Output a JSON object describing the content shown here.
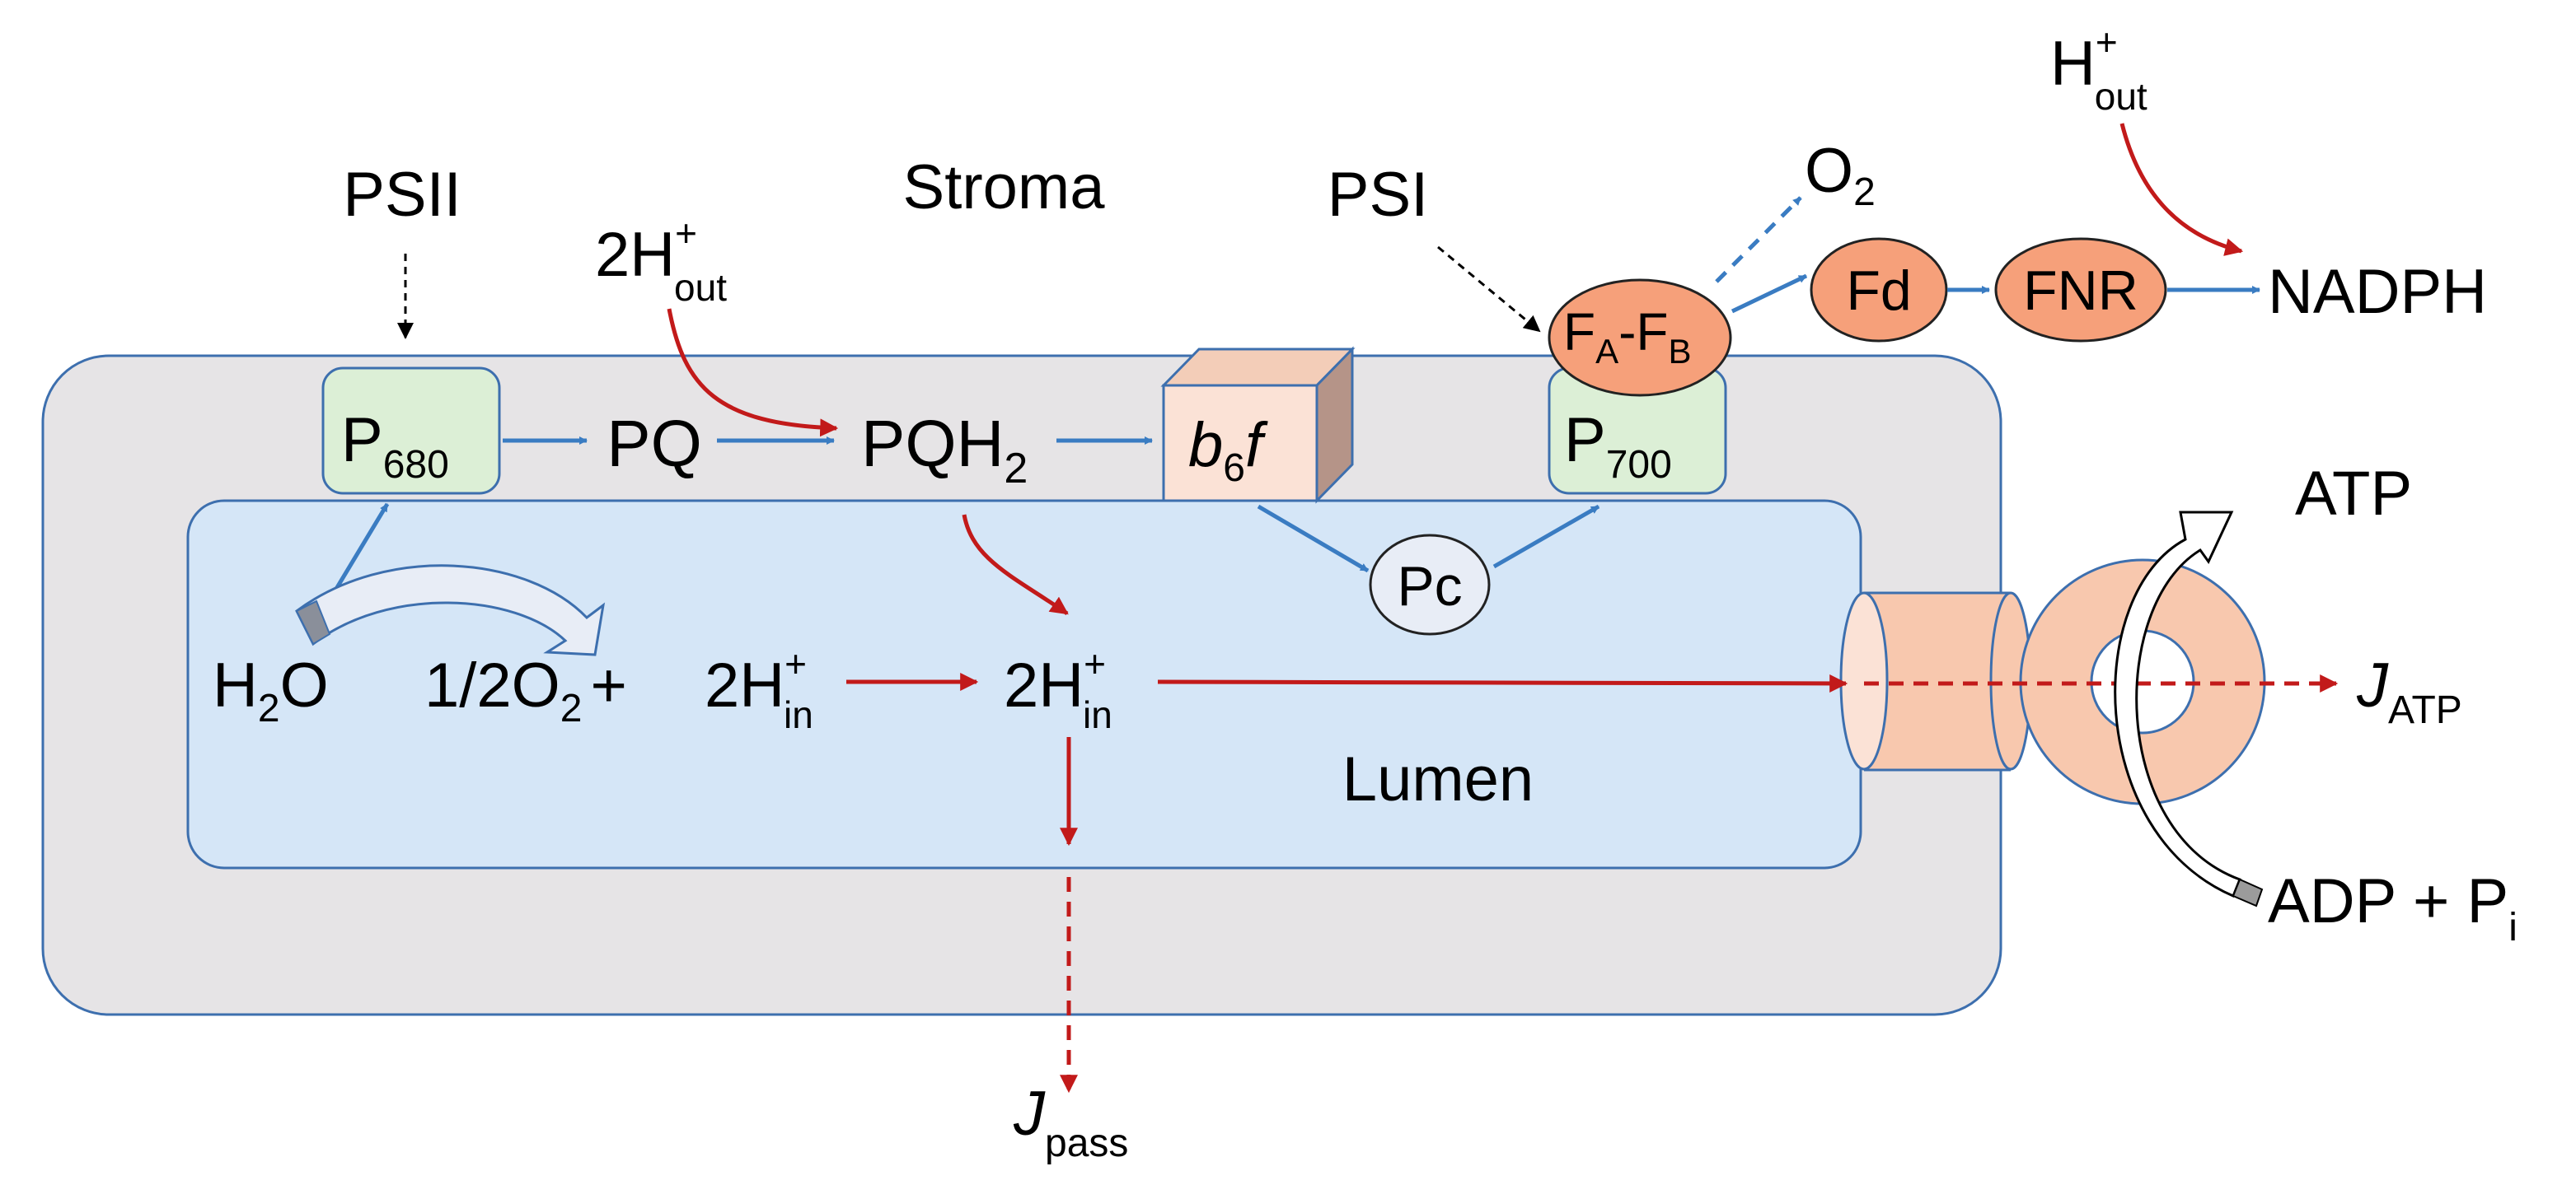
{
  "labels": {
    "psii": "PSII",
    "stroma": "Stroma",
    "psi": "PSI",
    "lumen": "Lumen",
    "pq": "PQ",
    "nadph": "NADPH",
    "atp": "ATP",
    "adp": "ADP + P",
    "adp_sub": "i",
    "o2": "O",
    "o2_sub": "2",
    "p680": "P",
    "p680_sub": "680",
    "p700": "P",
    "p700_sub": "700",
    "pqh2": "PQH",
    "pqh2_sub": "2",
    "b6f_b": "b",
    "b6f_sub": "6",
    "b6f_f": "f",
    "pc": "Pc",
    "fafb_a": "F",
    "fafb_a_sub": "A",
    "fafb_dash": "-F",
    "fafb_b_sub": "B",
    "fd": "Fd",
    "fnr": "FNR",
    "h2o_h": "H",
    "h2o_sub": "2",
    "h2o_o": "O",
    "half_o2": "1/2O",
    "half_o2_sub": "2",
    "plus": "+",
    "two_h_in_1": "2H",
    "two_h_in_2": "2H",
    "two_h_out": "2H",
    "h_out": "H",
    "sup_plus": "+",
    "sub_in": "in",
    "sub_out": "out",
    "j": "J",
    "j_atp_sub": "ATP",
    "j_pass_sub": "pass"
  },
  "colors": {
    "outer_membrane_fill": "#e6e4e6",
    "outer_membrane_stroke": "#3d6fae",
    "lumen_fill": "#d5e6f7",
    "lumen_stroke": "#3d6fae",
    "photosystem_fill": "#dcefd6",
    "photosystem_stroke": "#3d6fae",
    "carrier_fill": "#f6a07a",
    "carrier_stroke": "#222222",
    "b6f_fill": "#fbe2d6",
    "synthase_fill": "#f8c8ae",
    "electron_arrow": "#3a7cc2",
    "proton_arrow": "#c21a1a",
    "pc_fill": "#e8edf6"
  },
  "icons": {
    "water_split": "curved-arrow-icon",
    "atp_rotation": "rotation-arrow-icon"
  }
}
